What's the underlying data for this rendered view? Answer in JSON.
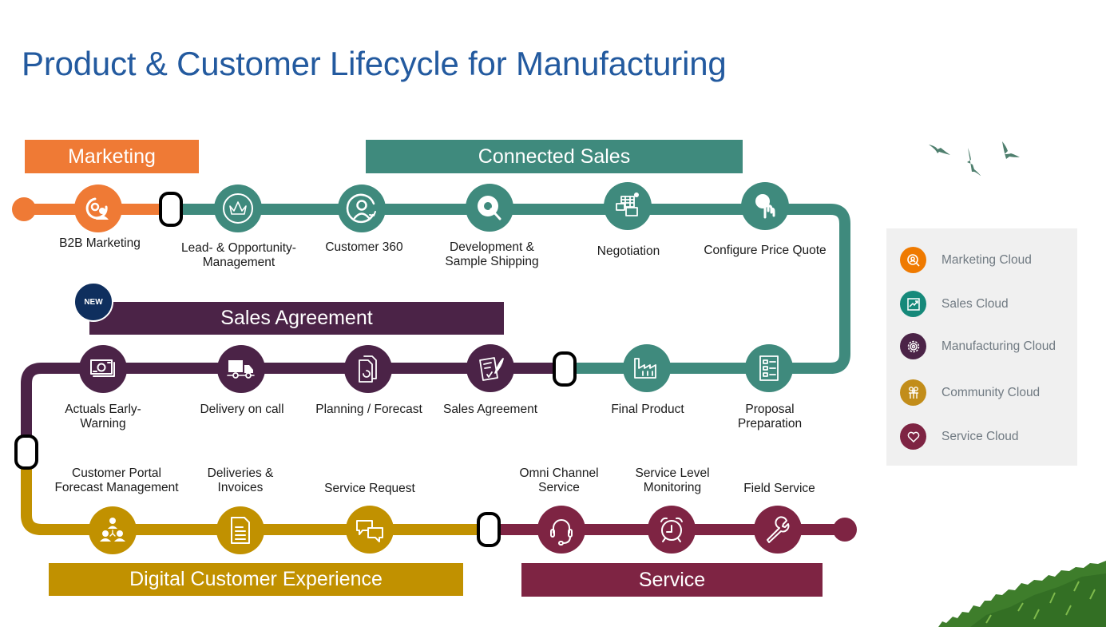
{
  "title": "Product & Customer Lifecycle for Manufacturing",
  "colors": {
    "marketing": "#ef7a35",
    "connected_sales": "#3f8a7d",
    "sales_agreement": "#4b2347",
    "digital_customer_experience": "#c19100",
    "service": "#7e2443",
    "title": "#235a9f",
    "new_badge": "#0f2f5e"
  },
  "banners": {
    "marketing": "Marketing",
    "connected_sales": "Connected Sales",
    "sales_agreement": "Sales Agreement",
    "digital_customer_experience": "Digital Customer Experience",
    "service": "Service"
  },
  "new_badge": "NEW",
  "stages": {
    "b2b_marketing": {
      "label": "B2B Marketing",
      "icon": "target-person-icon",
      "phase": "marketing"
    },
    "lead_opportunity": {
      "label": "Lead- & Opportunity-\nManagement",
      "icon": "crown-icon",
      "phase": "connected_sales"
    },
    "customer_360": {
      "label": "Customer 360",
      "icon": "customer-cycle-icon",
      "phase": "connected_sales"
    },
    "development_sample": {
      "label": "Development &\nSample Shipping",
      "icon": "gear-wrench-icon",
      "phase": "connected_sales"
    },
    "negotiation": {
      "label": "Negotiation",
      "icon": "calendar-message-icon",
      "phase": "connected_sales"
    },
    "cpq": {
      "label": "Configure Price Quote",
      "icon": "gear-hand-icon",
      "phase": "connected_sales"
    },
    "proposal": {
      "label": "Proposal\nPreparation",
      "icon": "checklist-icon",
      "phase": "connected_sales"
    },
    "final_product": {
      "label": "Final Product",
      "icon": "factory-icon",
      "phase": "connected_sales"
    },
    "sales_agreement": {
      "label": "Sales Agreement",
      "icon": "contract-quill-icon",
      "phase": "sales_agreement"
    },
    "planning_forecast": {
      "label": "Planning / Forecast",
      "icon": "documents-icon",
      "phase": "sales_agreement"
    },
    "delivery_on_call": {
      "label": "Delivery on call",
      "icon": "truck-icon",
      "phase": "sales_agreement"
    },
    "actuals_warning": {
      "label": "Actuals Early-\nWarning",
      "icon": "money-icon",
      "phase": "sales_agreement"
    },
    "portal_forecast": {
      "label": "Customer Portal\nForecast Management",
      "icon": "people-hierarchy-icon",
      "phase": "digital_customer_experience"
    },
    "deliveries_invoices": {
      "label": "Deliveries &\nInvoices",
      "icon": "document-icon",
      "phase": "digital_customer_experience"
    },
    "service_request": {
      "label": "Service Request",
      "icon": "chat-bubbles-icon",
      "phase": "digital_customer_experience"
    },
    "omni_channel": {
      "label": "Omni Channel\nService",
      "icon": "headset-icon",
      "phase": "service"
    },
    "service_level": {
      "label": "Service Level\nMonitoring",
      "icon": "alarm-clock-icon",
      "phase": "service"
    },
    "field_service": {
      "label": "Field Service",
      "icon": "wrench-icon",
      "phase": "service"
    }
  },
  "legend": [
    {
      "label": "Marketing Cloud",
      "color": "#ef7a00",
      "icon": "search-person-icon"
    },
    {
      "label": "Sales Cloud",
      "color": "#16897a",
      "icon": "chart-icon"
    },
    {
      "label": "Manufacturing Cloud",
      "color": "#4b2347",
      "icon": "gear-icon"
    },
    {
      "label": "Community Cloud",
      "color": "#c28d1a",
      "icon": "community-icon"
    },
    {
      "label": "Service Cloud",
      "color": "#7e2443",
      "icon": "heart-icon"
    }
  ]
}
